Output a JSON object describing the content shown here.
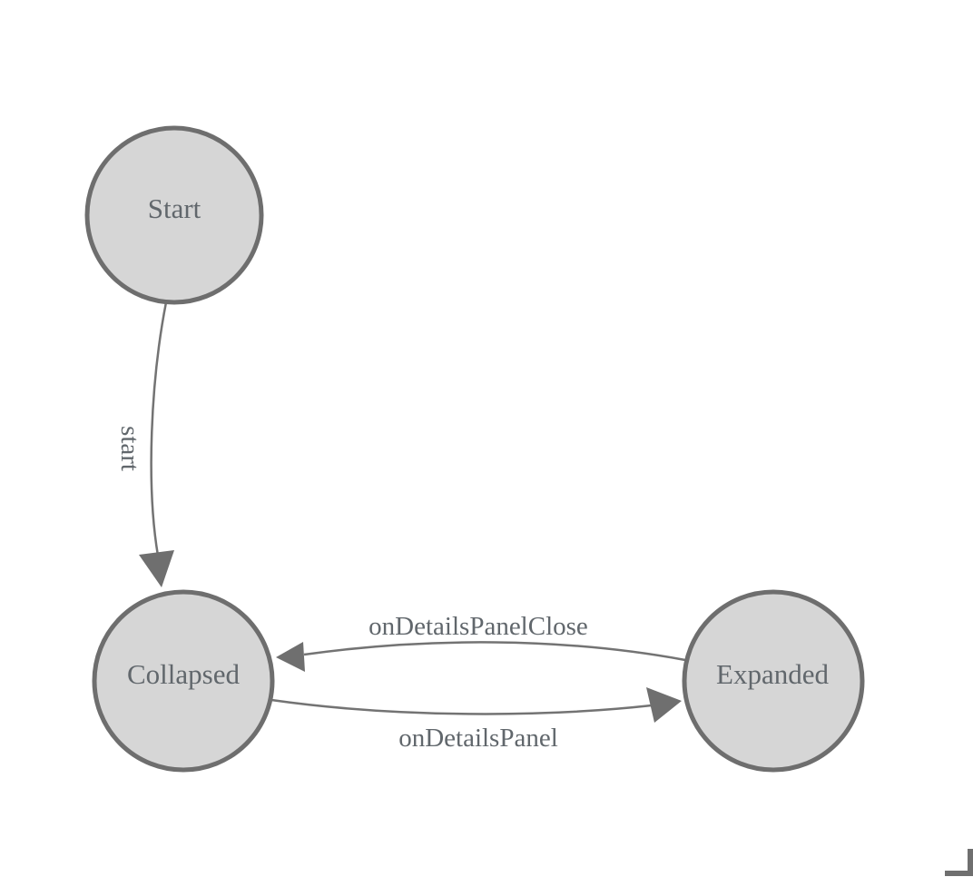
{
  "diagram": {
    "type": "state-machine",
    "nodes": [
      {
        "id": "start",
        "label": "Start"
      },
      {
        "id": "collapsed",
        "label": "Collapsed"
      },
      {
        "id": "expanded",
        "label": "Expanded"
      }
    ],
    "edges": [
      {
        "from": "Start",
        "to": "Collapsed",
        "label": "start"
      },
      {
        "from": "Expanded",
        "to": "Collapsed",
        "label": "onDetailsPanelClose"
      },
      {
        "from": "Collapsed",
        "to": "Expanded",
        "label": "onDetailsPanel"
      }
    ]
  },
  "colors": {
    "background": "#ffffff",
    "node-fill": "#d6d6d6",
    "node-stroke": "#6e6e6e",
    "edge-stroke": "#737373",
    "arrow-fill": "#6f6f6f",
    "label-color": "#61676c",
    "corner-color": "#6f6f6f"
  }
}
